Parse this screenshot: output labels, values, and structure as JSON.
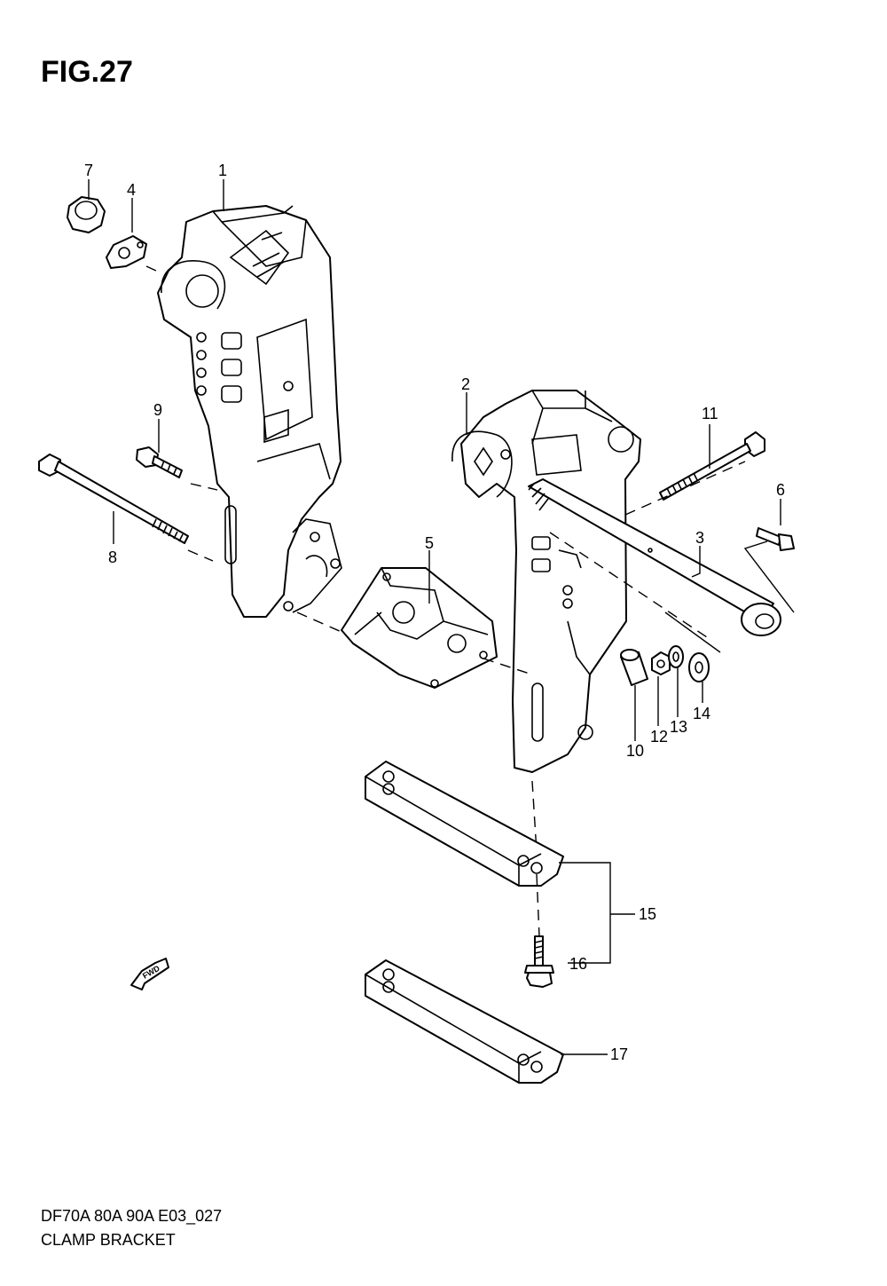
{
  "figure": {
    "title": "FIG.27",
    "code": "DF70A 80A 90A E03_027",
    "name": "CLAMP BRACKET",
    "fwd_label": "FWD"
  },
  "callouts": [
    "1",
    "2",
    "3",
    "4",
    "5",
    "6",
    "7",
    "8",
    "9",
    "10",
    "11",
    "12",
    "13",
    "14",
    "15",
    "16",
    "17"
  ]
}
